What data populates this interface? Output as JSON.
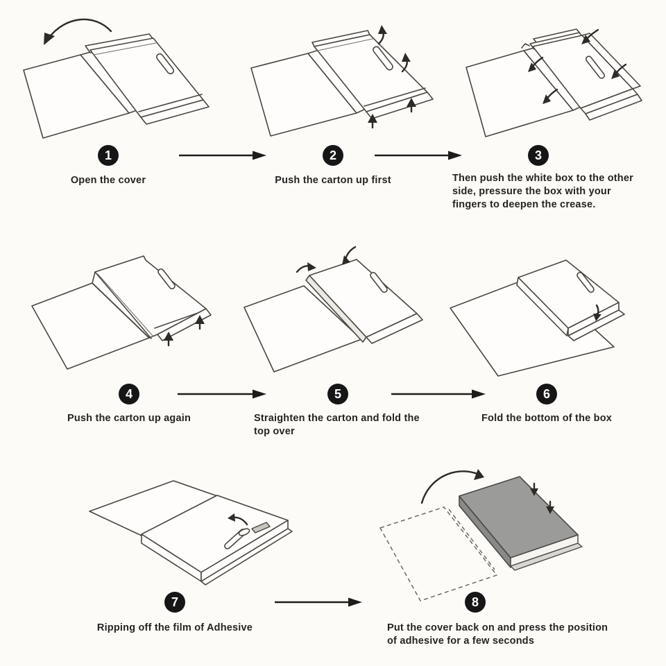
{
  "page": {
    "background": "#fcfbf8",
    "ink_color": "#49463f",
    "text_color": "#262420",
    "badge_color": "#161616",
    "box_gray": "#9b9b99",
    "adhesive_gray": "#c9c7c2"
  },
  "icons": {
    "flow": "flow-arrow",
    "rotate": "rotate-arrow",
    "push_up": "push-up-arrow",
    "press_down": "press-down-arrow",
    "fold": "fold-arrow"
  },
  "steps": [
    {
      "number": "1",
      "caption": "Open the cover"
    },
    {
      "number": "2",
      "caption": "Push the carton up first"
    },
    {
      "number": "3",
      "caption": "Then push the white box to the other side, pressure the box with your fingers to deepen the crease."
    },
    {
      "number": "4",
      "caption": "Push the carton up again"
    },
    {
      "number": "5",
      "caption": "Straighten the carton and fold the top over"
    },
    {
      "number": "6",
      "caption": "Fold the bottom of the box"
    },
    {
      "number": "7",
      "caption": "Ripping off the film of Adhesive"
    },
    {
      "number": "8",
      "caption": "Put the cover back on and press the position of adhesive for a few seconds"
    }
  ]
}
